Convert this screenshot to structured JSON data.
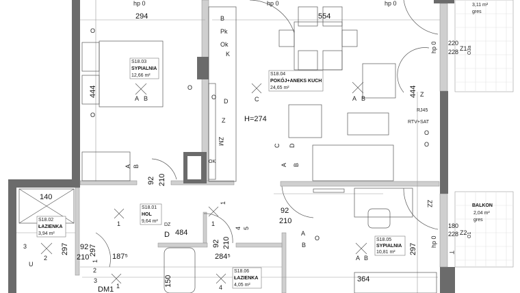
{
  "rooms": [
    {
      "id": "S18.01",
      "name": "HOL",
      "area": "9,64 m²"
    },
    {
      "id": "S18.02",
      "name": "ŁAZIENKA",
      "area": "3,94 m²"
    },
    {
      "id": "S18.03",
      "name": "SYPIALNIA",
      "area": "12,66 m²"
    },
    {
      "id": "S18.04",
      "name": "POKÓJ+ANEKS KUCH",
      "area": "24,65 m²"
    },
    {
      "id": "S18.05",
      "name": "SYPIALNIA",
      "area": "10,81 m²"
    },
    {
      "id": "S18.06",
      "name": "ŁAZIENKA",
      "area": "4,05 m²"
    }
  ],
  "balconies": [
    {
      "area": "3,11 m²",
      "finish": "gres"
    },
    {
      "name": "BALKON",
      "area": "2,04 m²",
      "finish": "gres"
    }
  ],
  "height": "H=274",
  "dims": [
    "294",
    "554",
    "444",
    "444",
    "92",
    "210",
    "140",
    "297",
    "92",
    "297",
    "210",
    "187⁵",
    "484",
    "92",
    "210",
    "284⁵",
    "92",
    "210",
    "297",
    "364",
    "150",
    "220",
    "228",
    "180",
    "228"
  ],
  "marks": [
    "hp 0",
    "hp 0",
    "hp 0",
    "hp 0",
    "hp 0",
    "B",
    "Pk",
    "Ok",
    "K",
    "O",
    "O",
    "O",
    "O",
    "D",
    "Z",
    "ZM",
    "C",
    "A",
    "B",
    "A",
    "B",
    "Z",
    "RJ45",
    "RTV+SAT",
    "O",
    "O",
    "Z1",
    "O3a",
    "C",
    "D",
    "A",
    "B",
    "OK",
    "A",
    "B",
    "3",
    "2",
    "U",
    "1",
    "DZ",
    "D",
    "1",
    "1",
    "4",
    "5",
    "A",
    "B",
    "O",
    "A",
    "B",
    "ZZ",
    "Z2",
    "O1",
    "T",
    "4",
    "2",
    "3",
    "1",
    "1",
    "DM1",
    "A",
    "B",
    "O"
  ]
}
